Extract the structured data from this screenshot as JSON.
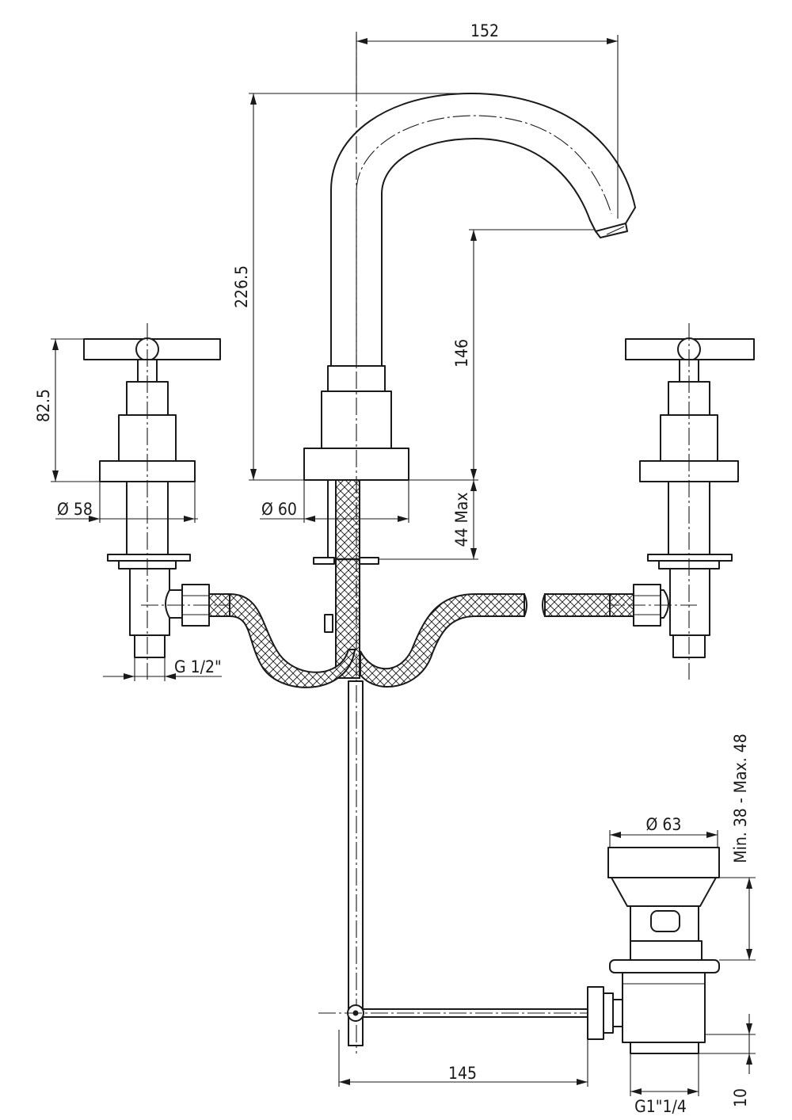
{
  "dimensions": {
    "spout_reach": "152",
    "spout_total_height": "226.5",
    "spout_outlet_height": "146",
    "mounting_thickness": "44 Max",
    "handle_height": "82.5",
    "handle_base_diameter": "Ø 58",
    "spout_base_diameter": "Ø 60",
    "supply_thread": "G 1/2\"",
    "drain_cap_diameter": "Ø 63",
    "drain_range": "Min. 38 - Max. 48",
    "rod_length": "145",
    "drain_thread": "G1\"1/4",
    "drain_thread_height": "10"
  }
}
